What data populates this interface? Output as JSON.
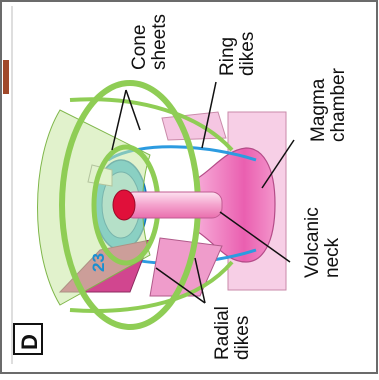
{
  "figure": {
    "panel_letter": "D",
    "number_label": "23",
    "labels": {
      "cone_sheets_line1": "Cone",
      "cone_sheets_line2": "sheets",
      "ring_dikes_line1": "Ring",
      "ring_dikes_line2": "dikes",
      "magma_chamber_line1": "Magma",
      "magma_chamber_line2": "chamber",
      "volcanic_neck_line1": "Volcanic",
      "volcanic_neck_line2": "neck",
      "radial_dikes_line1": "Radial",
      "radial_dikes_line2": "dikes"
    },
    "colors": {
      "cone_sheet_green": "#a6d46a",
      "ring_dike_blue": "#2c9be0",
      "magma_pink": "#f07cc0",
      "neck_red": "#e0103a",
      "dike_plane_pink": "#f3b9dc",
      "accent_brown": "#a0482a"
    }
  }
}
